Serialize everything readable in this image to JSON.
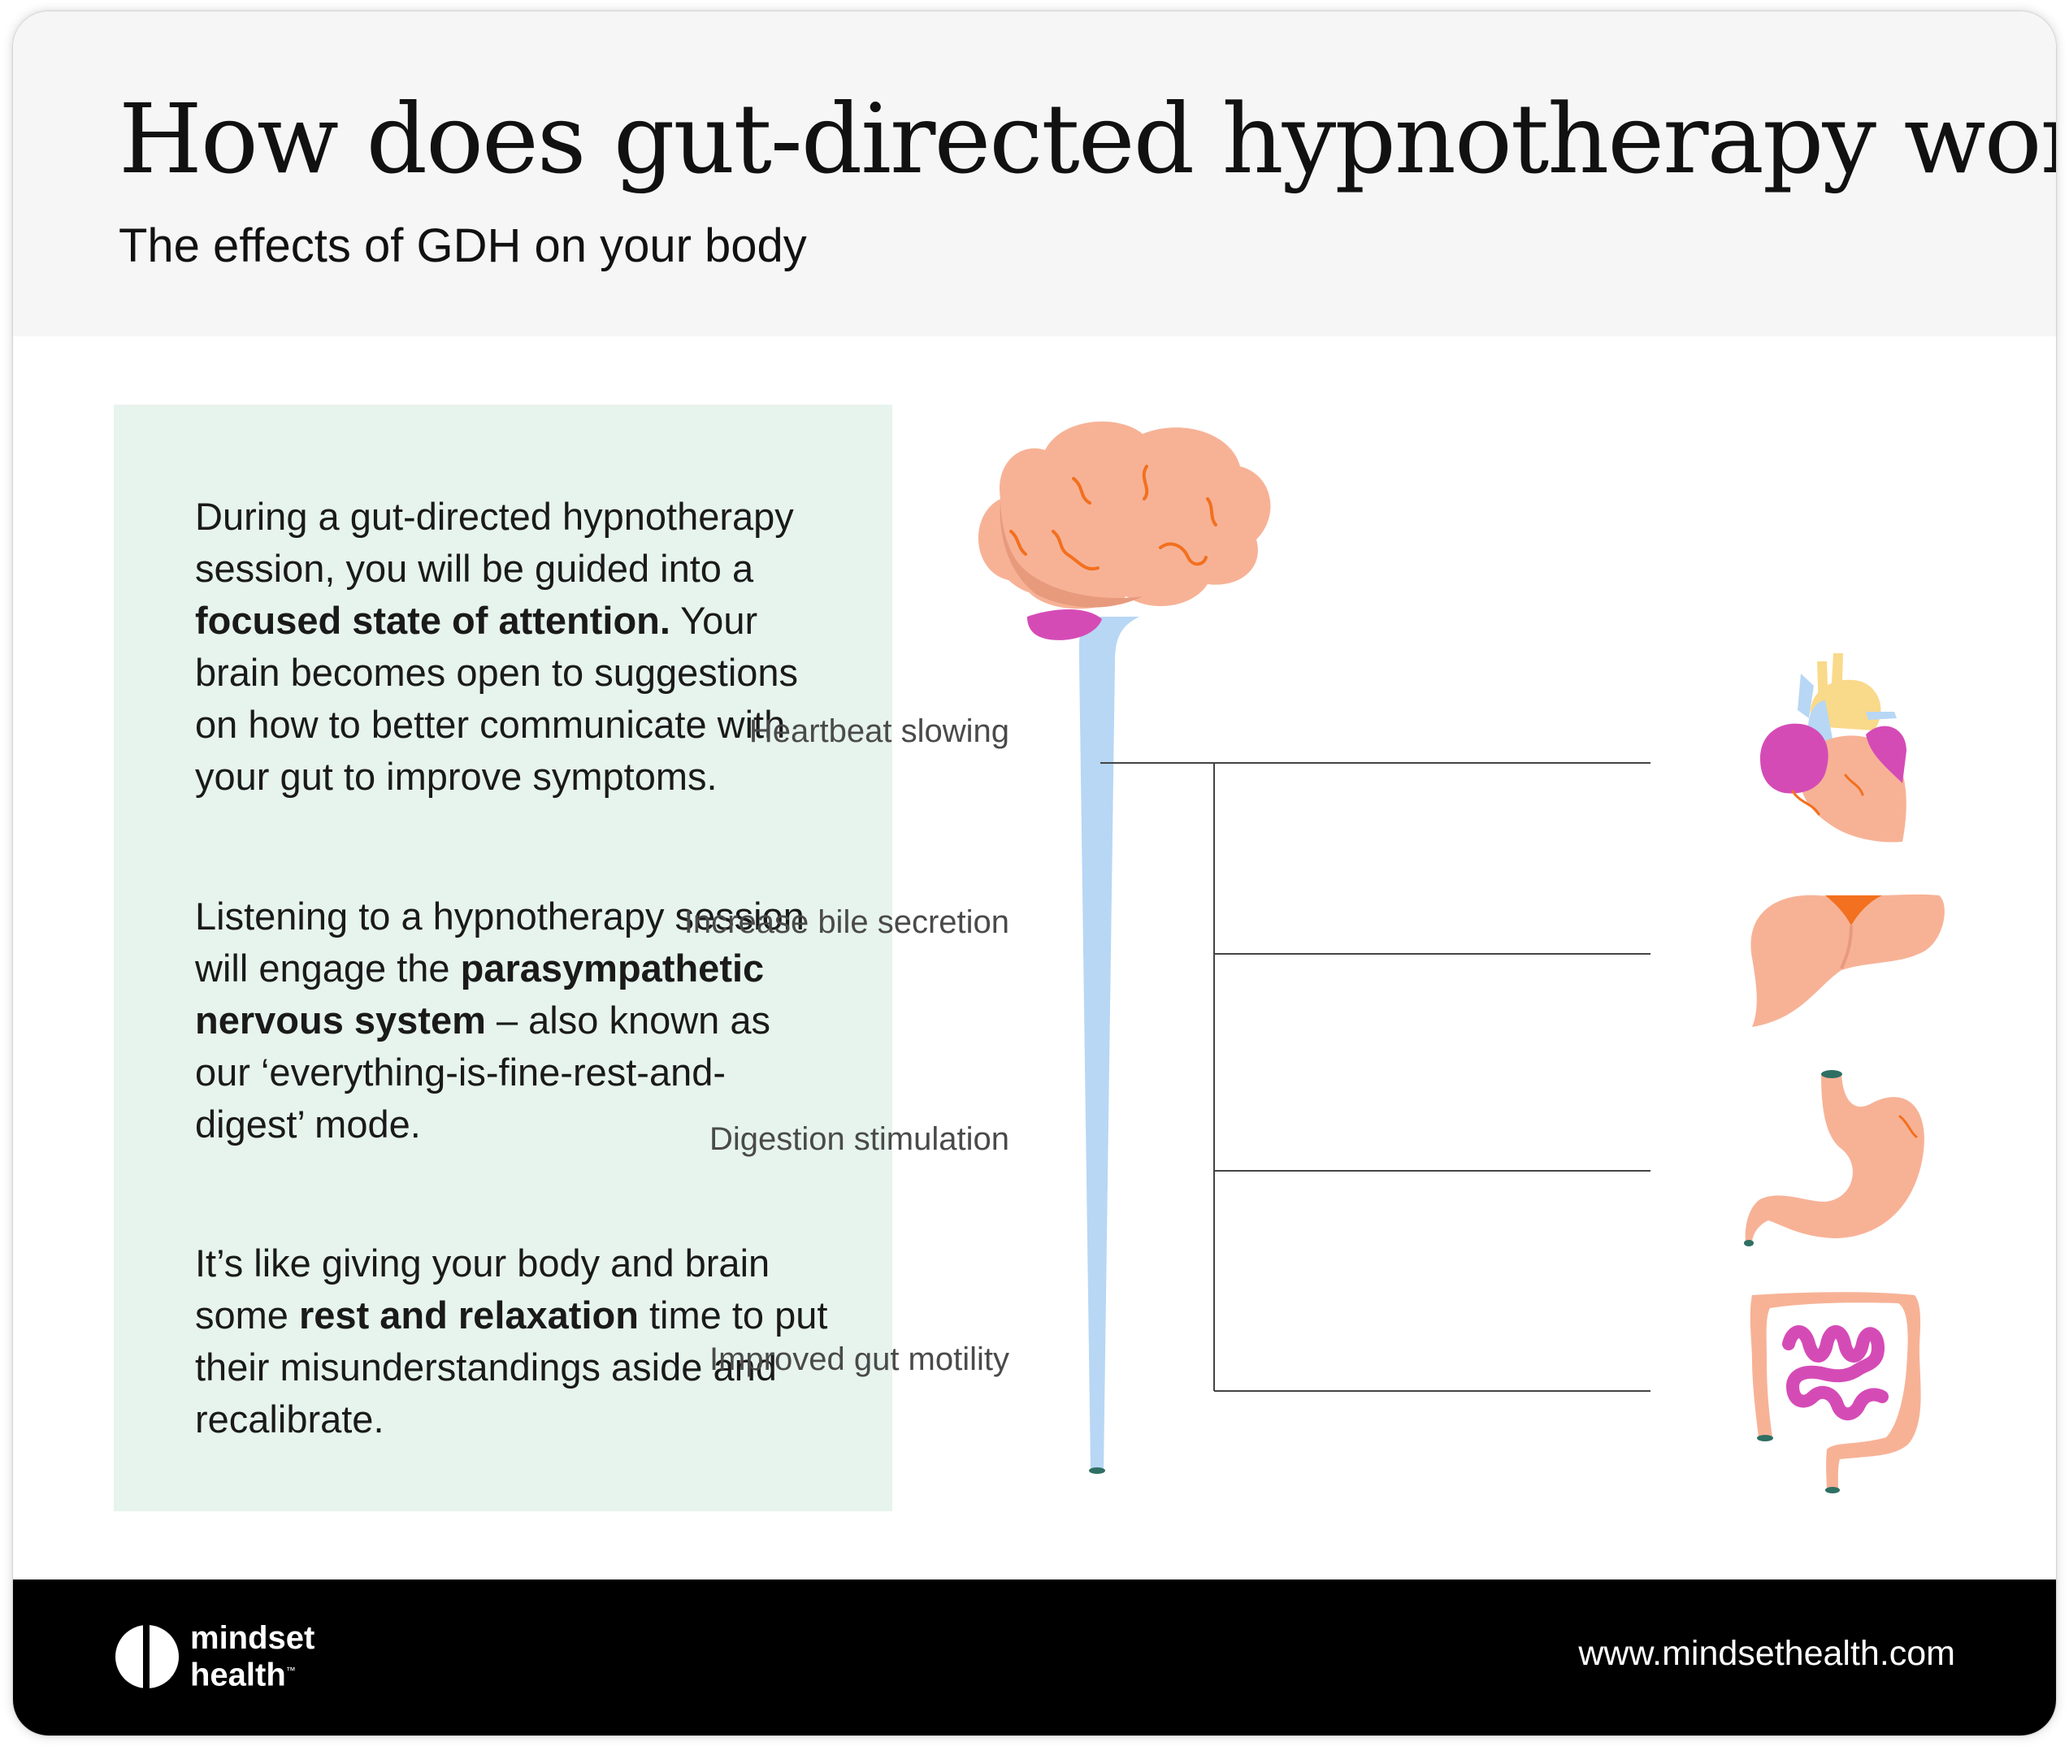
{
  "header": {
    "title": "How does gut-directed hypnotherapy work?",
    "subtitle": "The effects of GDH on your body"
  },
  "info": {
    "p1": {
      "t1": "During a gut-directed hypnotherapy session, you will be guided into a ",
      "b1": "focused state of attention.",
      "t2": " Your brain becomes open to suggestions on how to better communicate with your gut to improve symptoms."
    },
    "p2": {
      "t1": "Listening to a hypnotherapy session will engage the ",
      "b1": "parasympathetic nervous system",
      "t2": " – also known as our ‘everything-is-fine-rest-and-digest’ mode."
    },
    "p3": {
      "t1": "It’s like giving your body and brain some ",
      "b1": "rest and relaxation",
      "t2": " time to put their misunderstandings aside and recalibrate."
    }
  },
  "effects": [
    {
      "label": "Heartbeat slowing",
      "icon": "heart-icon"
    },
    {
      "label": "Increase bile secretion",
      "icon": "liver-icon"
    },
    {
      "label": "Digestion stimulation",
      "icon": "stomach-icon"
    },
    {
      "label": "Improved gut motility",
      "icon": "intestines-icon"
    }
  ],
  "footer": {
    "logo_line1": "mindset",
    "logo_line2": "health",
    "logo_tm": "™",
    "website": "www.mindsethealth.com"
  },
  "colors": {
    "header_bg": "#f6f6f6",
    "info_box_bg": "#e7f4ee",
    "organ_peach": "#f7b296",
    "accent_magenta": "#d54bb6",
    "accent_orange": "#f2701f",
    "nerve_blue": "#b7d7f5",
    "footer_bg": "#000000"
  }
}
